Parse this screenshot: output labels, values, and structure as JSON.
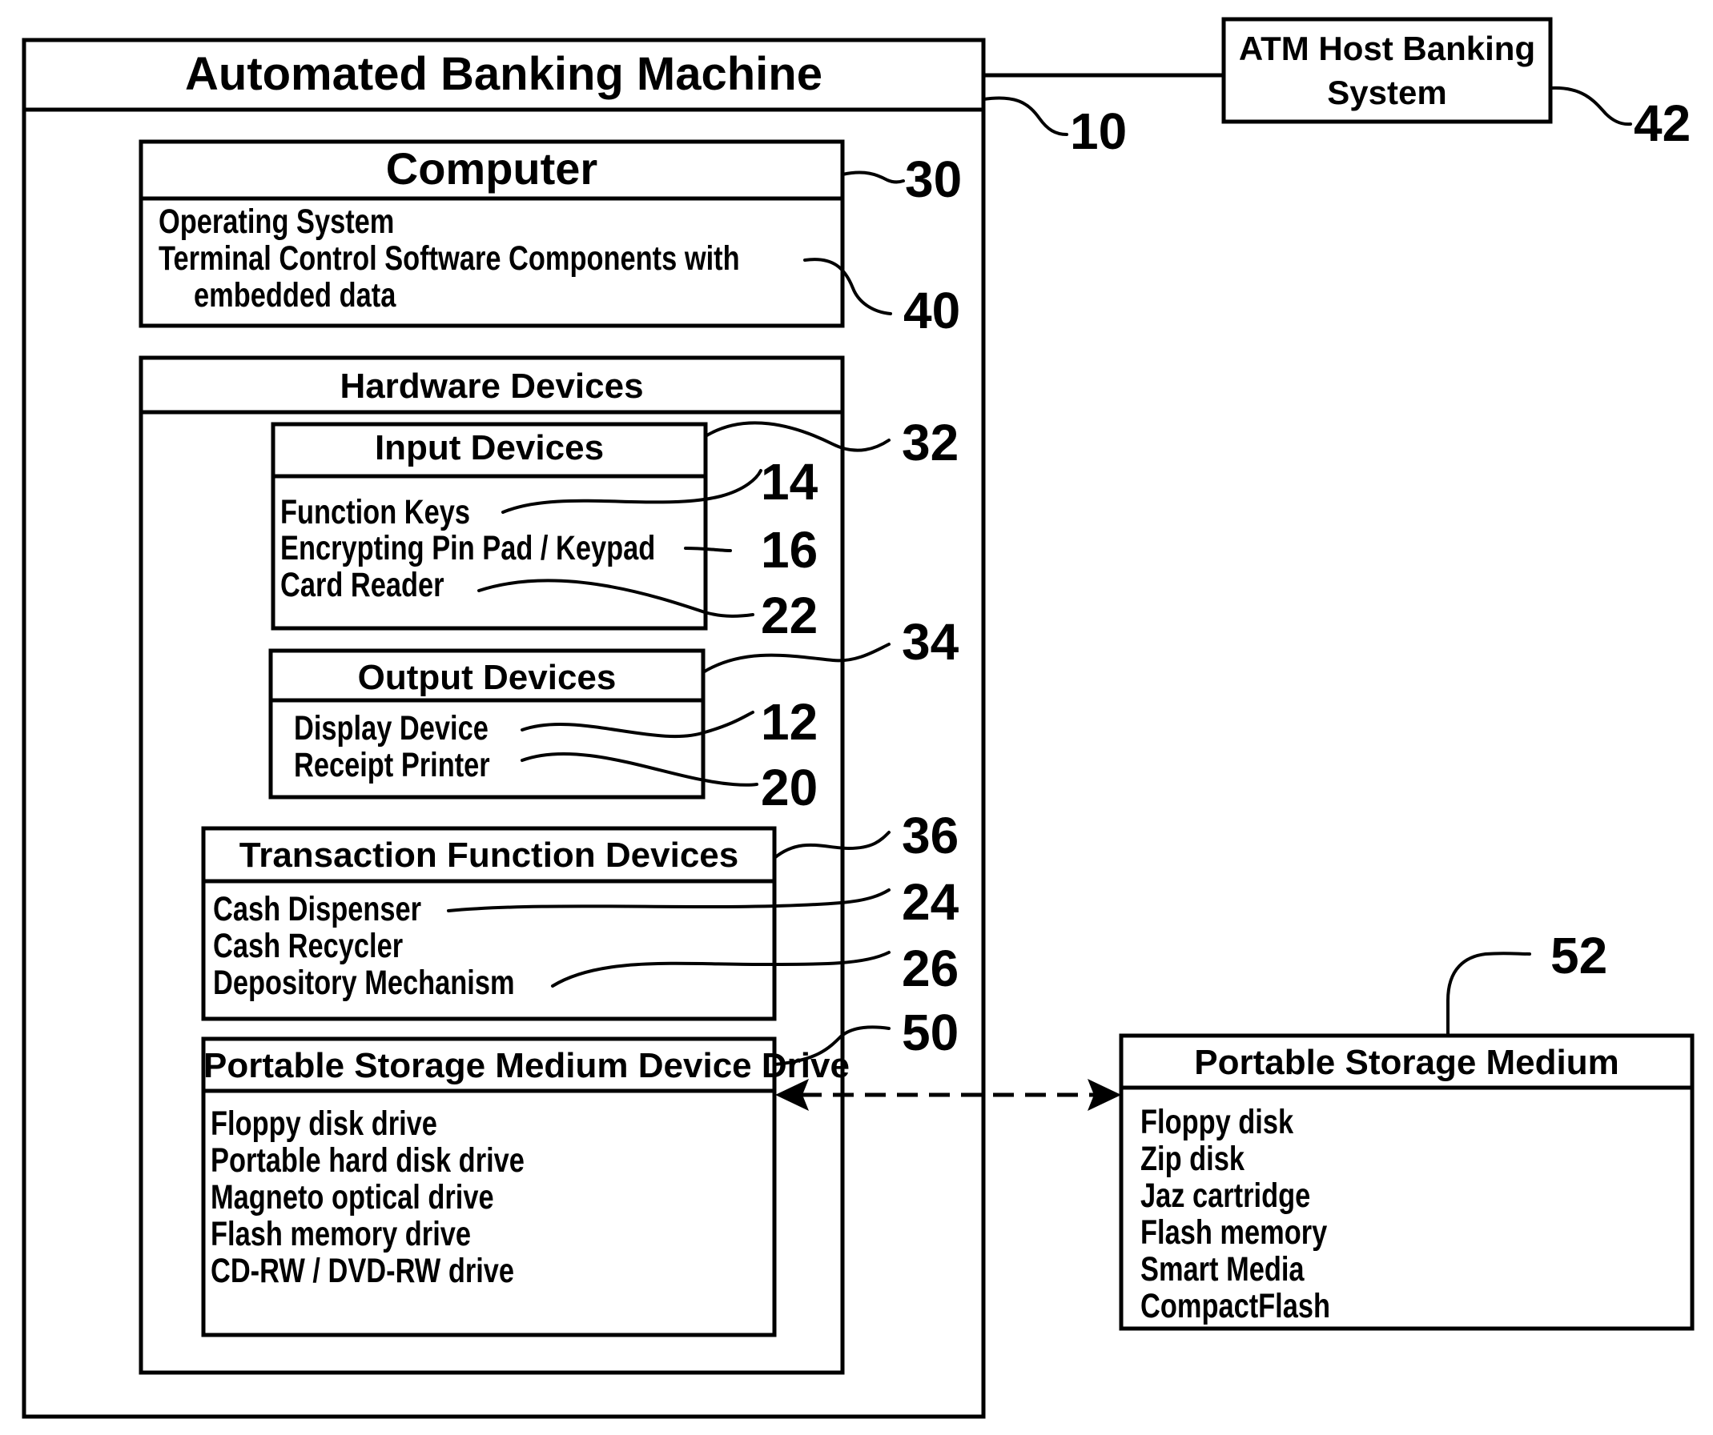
{
  "atm": {
    "title": "Automated Banking Machine",
    "ref": "10"
  },
  "host": {
    "line1": "ATM Host Banking",
    "line2": "System",
    "ref": "42"
  },
  "computer": {
    "title": "Computer",
    "ref": "30",
    "os": "Operating System",
    "software_line1": "Terminal Control Software Components with",
    "software_line2": "embedded data",
    "software_ref": "40"
  },
  "hardware": {
    "title": "Hardware Devices"
  },
  "input_devices": {
    "title": "Input Devices",
    "ref": "32",
    "items": [
      {
        "label": "Function Keys",
        "ref": "14"
      },
      {
        "label": "Encrypting Pin Pad / Keypad",
        "ref": "16"
      },
      {
        "label": "Card Reader",
        "ref": "22"
      }
    ]
  },
  "output_devices": {
    "title": "Output Devices",
    "ref": "34",
    "items": [
      {
        "label": "Display Device",
        "ref": "12"
      },
      {
        "label": "Receipt Printer",
        "ref": "20"
      }
    ]
  },
  "transaction_devices": {
    "title": "Transaction Function Devices",
    "ref": "36",
    "items": [
      {
        "label": "Cash Dispenser",
        "ref": "24"
      },
      {
        "label": "Cash Recycler"
      },
      {
        "label": "Depository Mechanism",
        "ref": "26"
      }
    ]
  },
  "drive": {
    "title": "Portable Storage Medium Device Drive",
    "ref": "50",
    "items": [
      "Floppy disk drive",
      "Portable hard disk drive",
      "Magneto optical drive",
      "Flash memory drive",
      "CD-RW / DVD-RW drive"
    ]
  },
  "medium": {
    "title": "Portable Storage Medium",
    "ref": "52",
    "items": [
      "Floppy disk",
      "Zip disk",
      "Jaz cartridge",
      "Flash memory",
      "Smart Media",
      "CompactFlash"
    ]
  }
}
